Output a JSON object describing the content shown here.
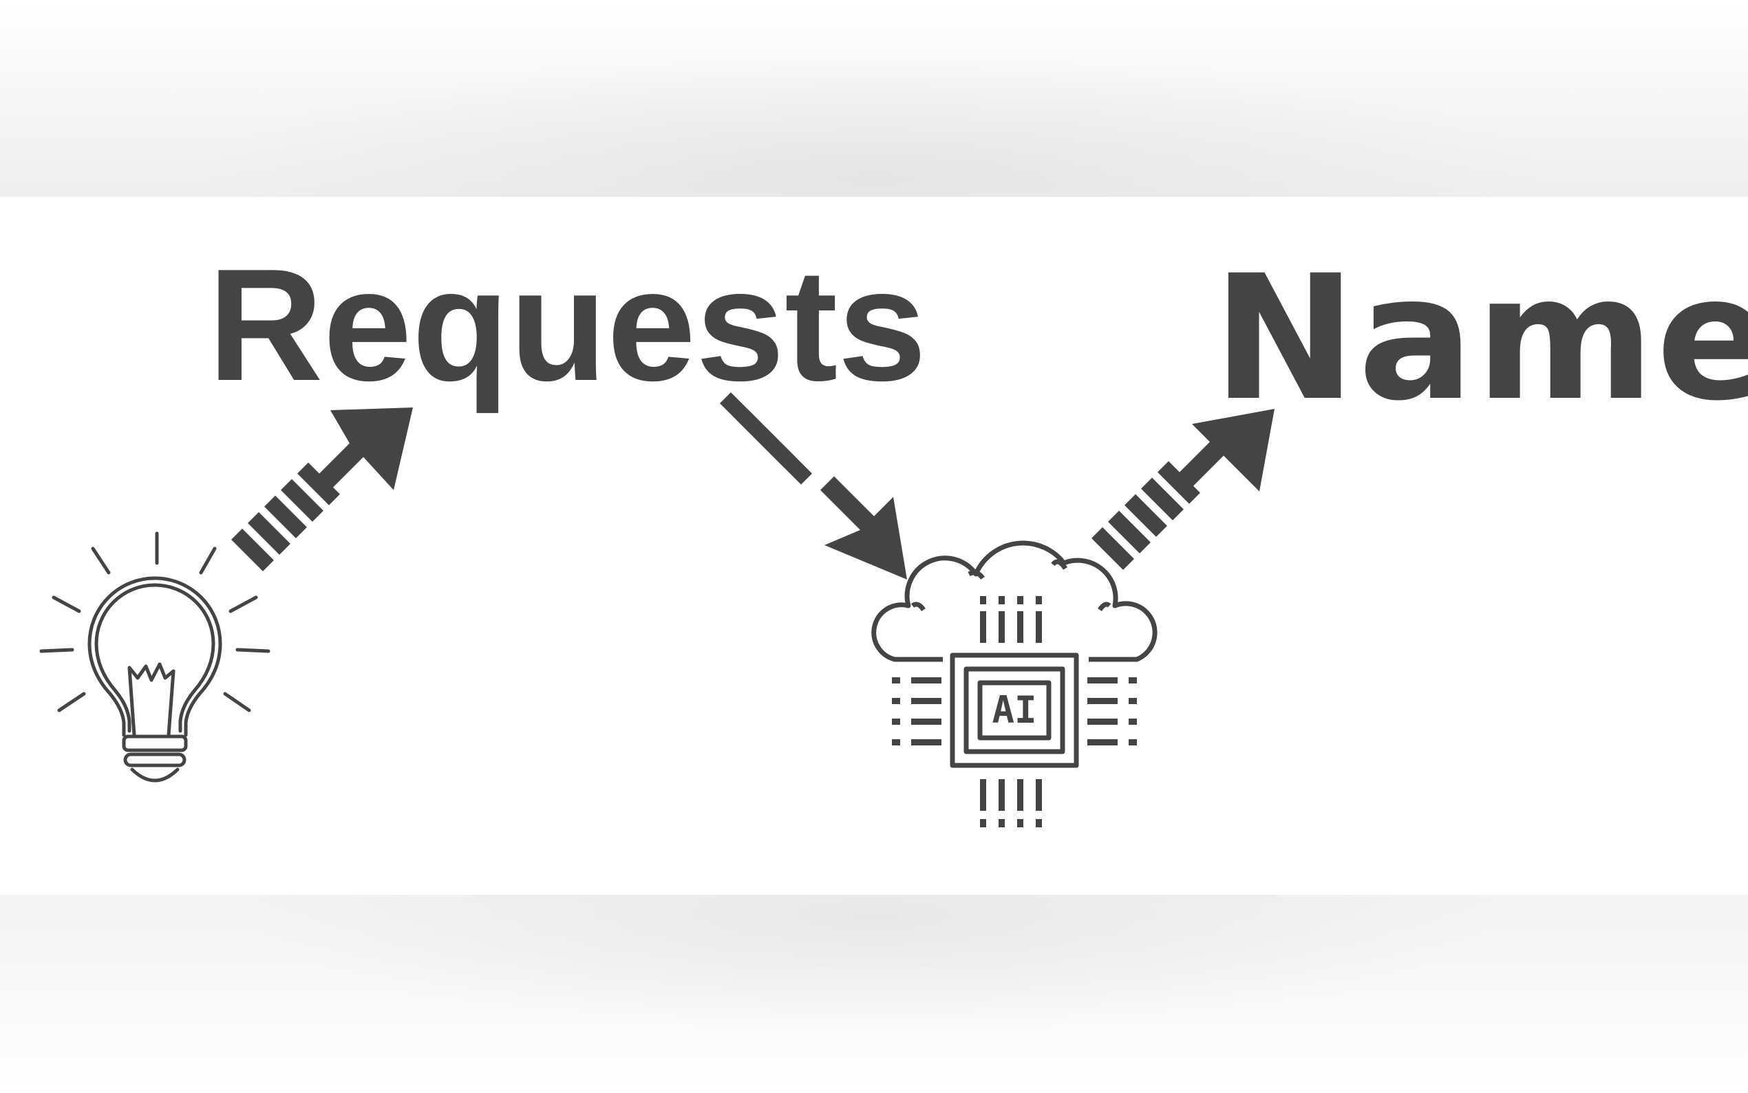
{
  "flow": {
    "step1": {
      "label": "Requests",
      "icon": "lightbulb-icon"
    },
    "step2": {
      "icon": "ai-cloud-chip-icon",
      "chip_text": "AI"
    },
    "step3": {
      "label": "Name"
    }
  },
  "colors": {
    "ink": "#454444",
    "background": "#ffffff",
    "outer_fade": "#ececec"
  }
}
